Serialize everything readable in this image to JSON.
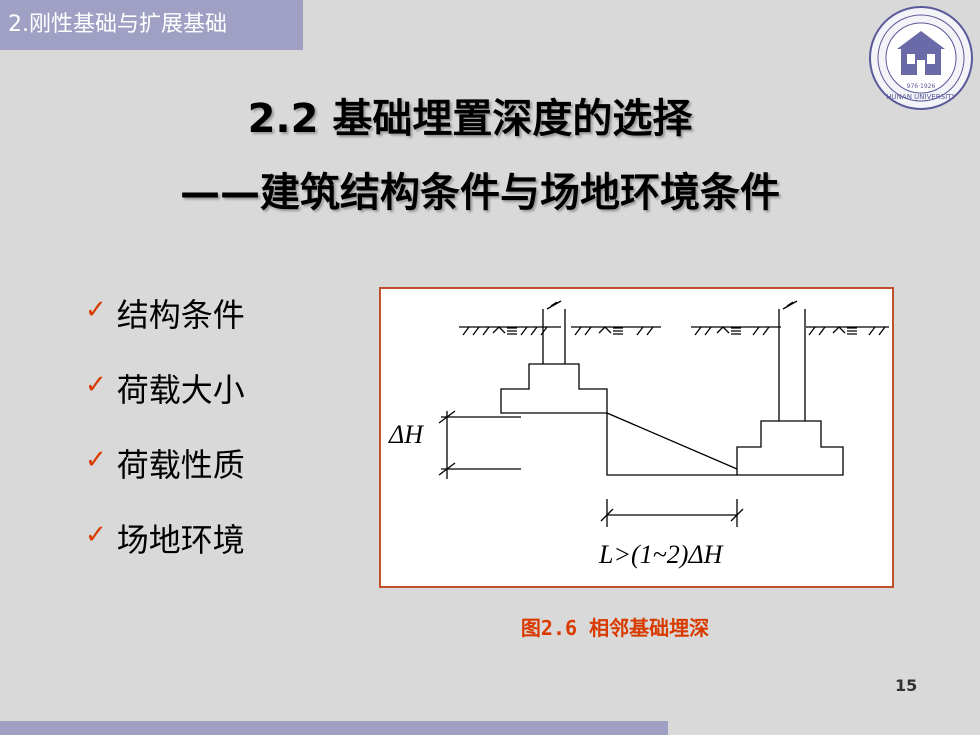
{
  "header": {
    "section_tab": "2.刚性基础与扩展基础",
    "logo_text": "HUNAN UNIVERSITY",
    "logo_year": "976·1926"
  },
  "title": {
    "line1": "2.2 基础埋置深度的选择",
    "line2": "——建筑结构条件与场地环境条件"
  },
  "bullets": [
    "结构条件",
    "荷载大小",
    "荷载性质",
    "场地环境"
  ],
  "figure": {
    "dh_label": "ΔH",
    "l_label": "L>(1~2)ΔH",
    "caption": "图2.6  相邻基础埋深"
  },
  "page_number": "15",
  "colors": {
    "accent_bar": "#9fa0c4",
    "check": "#d93a00",
    "frame": "#c0502a"
  }
}
